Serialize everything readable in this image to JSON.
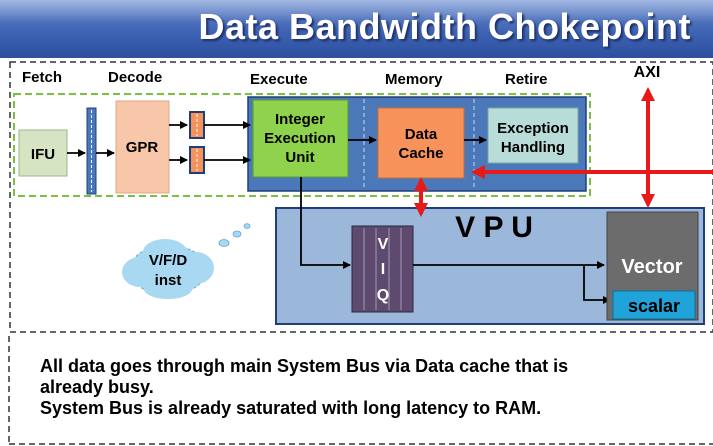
{
  "title": "Data Bandwidth Chokepoint",
  "stages": {
    "fetch": "Fetch",
    "decode": "Decode",
    "execute": "Execute",
    "memory": "Memory",
    "retire": "Retire"
  },
  "axi_label": "AXI",
  "blocks": {
    "ifu": "IFU",
    "gpr": "GPR",
    "integer_execution_unit": [
      "Integer",
      "Execution",
      "Unit"
    ],
    "data_cache": [
      "Data",
      "Cache"
    ],
    "exception_handling": [
      "Exception",
      "Handling"
    ],
    "vpu": "V P U",
    "viq": [
      "V",
      "I",
      "Q"
    ],
    "vector": "Vector",
    "scalar": "scalar"
  },
  "cloud_text": [
    "V/F/D",
    "inst"
  ],
  "notes": [
    "All data goes through main System Bus via Data cache that is",
    "already busy.",
    "System Bus is already saturated with long latency to RAM."
  ],
  "colors": {
    "title_bar": "#3f63b3",
    "pipeline_band": "#4b78b8",
    "ifu": "#d6e4c4",
    "gpr": "#f8c6a8",
    "integer_unit": "#8fd24c",
    "data_cache": "#f7935a",
    "exception": "#b8dcd7",
    "vpu_area": "#9bb7da",
    "viq": "#5d4a6e",
    "vector": "#6c6c6c",
    "scalar": "#1fa3d9",
    "bus_arrow": "#e81919",
    "cloud": "#a9d9f2",
    "dashed_green": "#7ac143"
  }
}
